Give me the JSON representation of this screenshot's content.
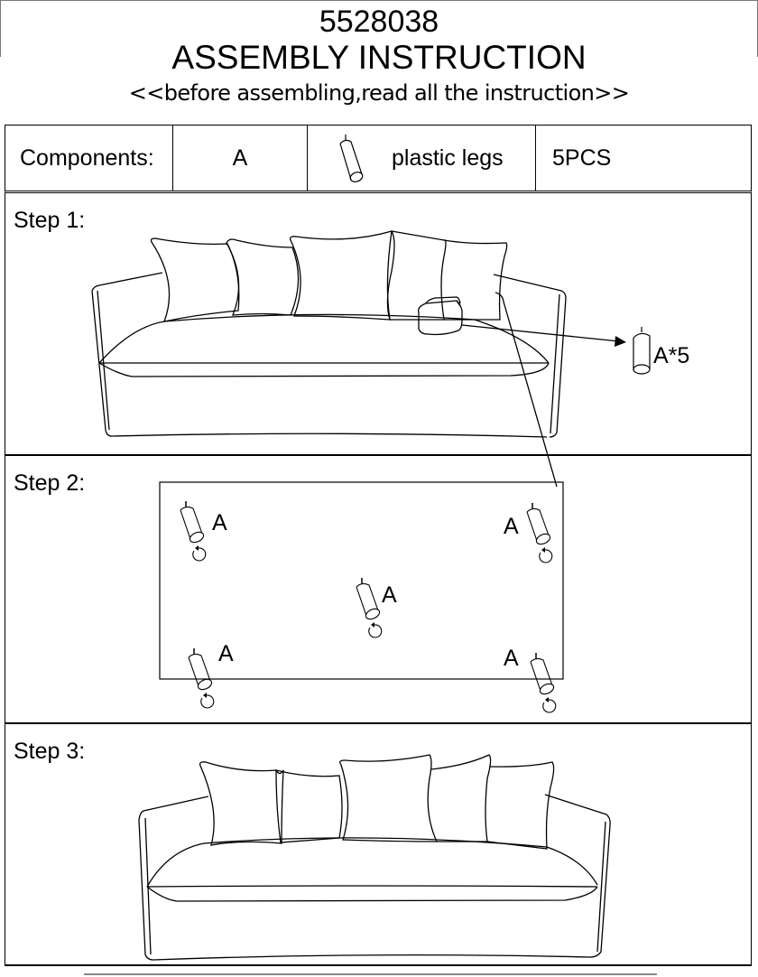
{
  "header": {
    "model_number": "5528038",
    "title": "ASSEMBLY INSTRUCTION",
    "subtitle": "<<before assembling,read all the instruction>>"
  },
  "components": {
    "label": "Components:",
    "part_id": "A",
    "part_icon": "plastic-leg-icon",
    "part_name": "plastic legs",
    "quantity": "5PCS"
  },
  "steps": [
    {
      "label": "Step 1:",
      "callout": "A*5",
      "description_icons": [
        "sofa-icon",
        "leg-bag-icon",
        "arrow-icon",
        "plastic-leg-icon"
      ]
    },
    {
      "label": "Step 2:",
      "leg_labels": [
        "A",
        "A",
        "A",
        "A",
        "A"
      ],
      "description_icons": [
        "sofa-base-icon",
        "plastic-leg-icon",
        "rotate-icon"
      ]
    },
    {
      "label": "Step 3:",
      "description_icons": [
        "sofa-icon"
      ]
    }
  ]
}
